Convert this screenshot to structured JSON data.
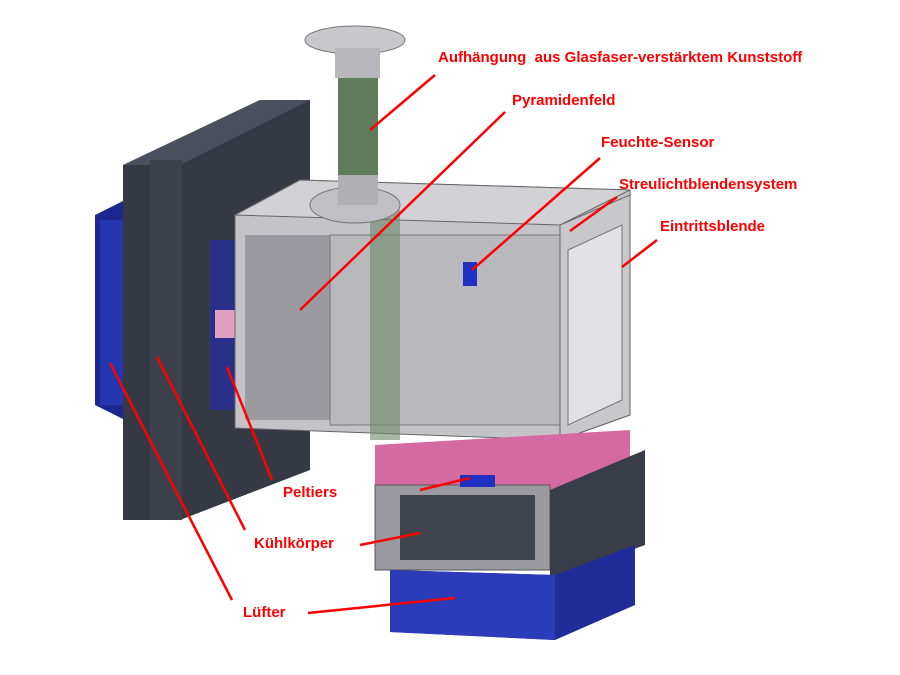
{
  "labels": {
    "suspension": "Aufhängung  aus Glasfaser-verstärktem Kunststoff",
    "pyramid_field": "Pyramidenfeld",
    "humidity_sensor": "Feuchte-Sensor",
    "stray_light": "Streulichtblendensystem",
    "entrance_aperture": "Eintrittsblende",
    "peltiers": "Peltiers",
    "heat_sink": "Kühlkörper",
    "fan": "Lüfter"
  },
  "colors": {
    "label": "#ff0000",
    "frame": "#b4b4b8",
    "fan": "#1e2a9a",
    "heatsink": "#3a3f4a",
    "fiber": "#5f7d5a",
    "pink": "#d66aa2"
  }
}
